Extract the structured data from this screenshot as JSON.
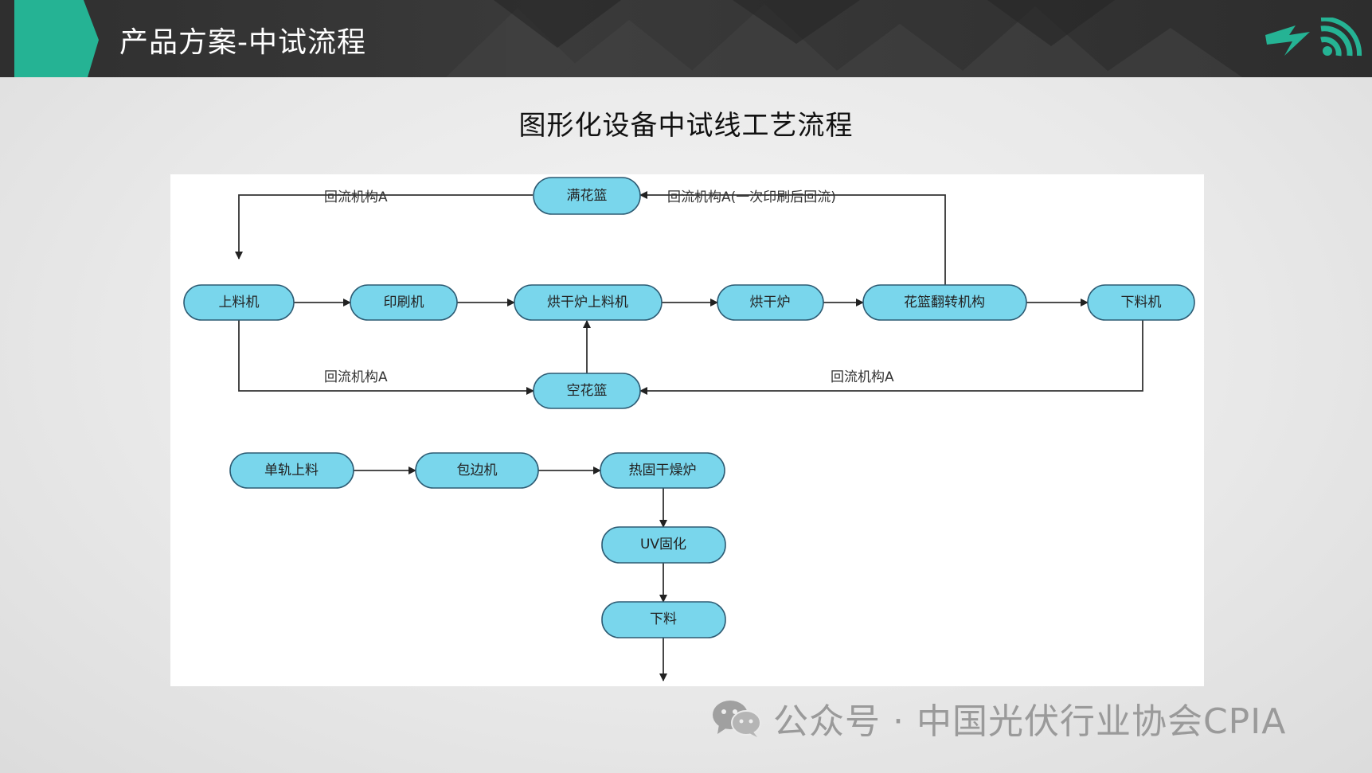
{
  "header": {
    "title": "产品方案-中试流程"
  },
  "brand": {
    "icons": [
      "lightning-icon",
      "signal-icon"
    ],
    "accent": "#25b394"
  },
  "subtitle": "图形化设备中试线工艺流程",
  "diagram": {
    "nodes": {
      "full_basket": "满花篮",
      "loader": "上料机",
      "printer": "印刷机",
      "dryer_loader": "烘干炉上料机",
      "dryer": "烘干炉",
      "flip": "花篮翻转机构",
      "unloader": "下料机",
      "empty_basket": "空花篮",
      "single_rail": "单轨上料",
      "edger": "包边机",
      "heat_dryer": "热固干燥炉",
      "uv": "UV固化",
      "unload": "下料"
    },
    "edge_labels": {
      "reflow_top_left": "回流机构A",
      "reflow_top_right": "回流机构A(一次印刷后回流)",
      "reflow_bottom_left": "回流机构A",
      "reflow_bottom_right": "回流机构A"
    },
    "node_fill": "#79d6ec"
  },
  "watermark": {
    "icon": "wechat-icon",
    "text": "公众号 · 中国光伏行业协会CPIA"
  }
}
